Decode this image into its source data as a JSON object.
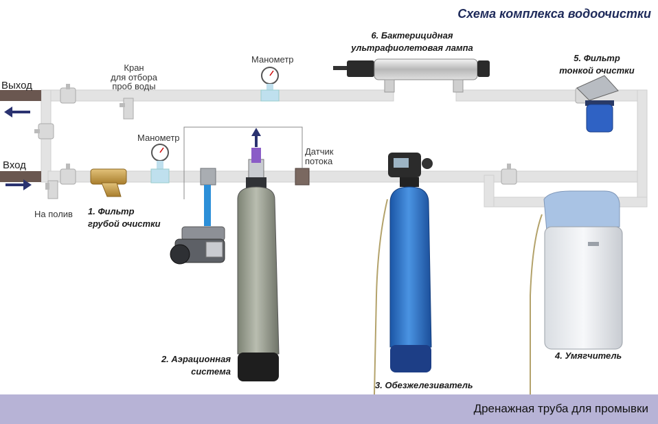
{
  "title": "Схема комплекса водоочистки",
  "labels": {
    "outlet": "Выход",
    "inlet": "Вход",
    "sample_tap": "Кран\nдля отбора\nпроб воды",
    "gauge_top": "Манометр",
    "gauge_bottom": "Манометр",
    "flow_sensor": "Датчик\nпотока",
    "garden": "На полив",
    "drain_pipe": "Дренажная труба для промывки"
  },
  "components": [
    {
      "id": "coarse_filter",
      "caption": "1. Фильтр\nгрубой очистки"
    },
    {
      "id": "aeration",
      "caption": "2. Аэрационная\nсистема"
    },
    {
      "id": "iron_removal",
      "caption": "3. Обезжелезиватель"
    },
    {
      "id": "softener",
      "caption": "4. Умягчитель"
    },
    {
      "id": "fine_filter",
      "caption": "5. Фильтр\nтонкой очистки"
    },
    {
      "id": "uv_lamp",
      "caption": "6. Бактерицидная\nультрафиолетовая лампа"
    }
  ],
  "colors": {
    "pipe": "#e3e3e3",
    "pipe_edge": "#c9c9c9",
    "drain_band": "#b7b3d6",
    "title": "#1e2a5a",
    "arrow": "#2a3270",
    "iron_tank": "#2d73c9",
    "aeration_tank": "#9aa08f",
    "air_hose": "#2c8fd8"
  }
}
